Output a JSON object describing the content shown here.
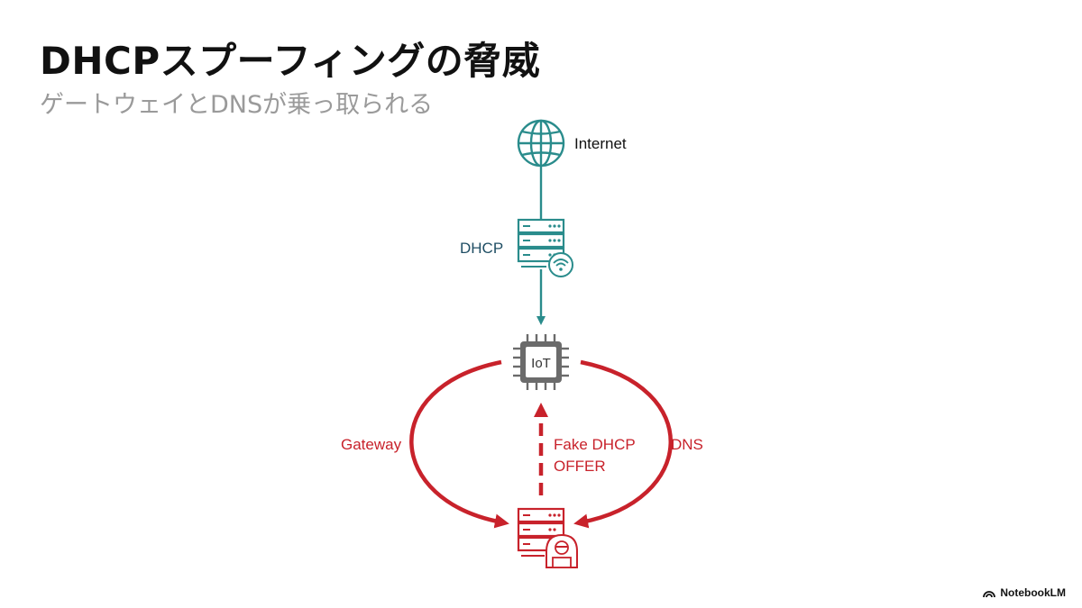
{
  "slide": {
    "title": "DHCPスプーフィングの脅威",
    "subtitle": "ゲートウェイとDNSが乗っ取られる"
  },
  "diagram": {
    "internet_label": "Internet",
    "dhcp_label": "DHCP",
    "iot_label": "IoT",
    "gateway_label": "Gateway",
    "dns_label": "DNS",
    "fake_offer_line1": "Fake DHCP",
    "fake_offer_line2": "OFFER"
  },
  "brand": {
    "name": "NotebookLM",
    "icon": "notebooklm-logo-icon"
  },
  "colors": {
    "teal": "#2a8c8c",
    "navy": "#1f4e64",
    "red": "#c8222b",
    "iot_gray": "#6b6b6b",
    "title": "#111111",
    "subtitle": "#9a9a9a"
  }
}
